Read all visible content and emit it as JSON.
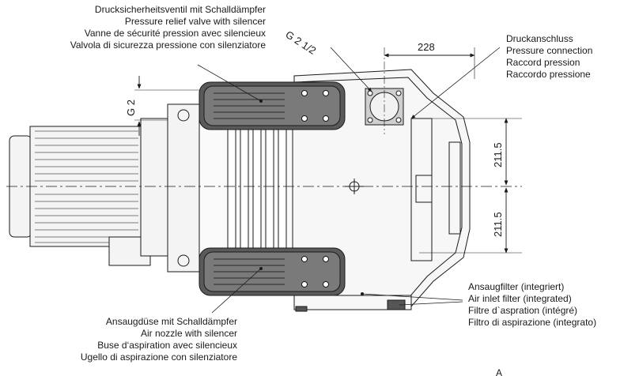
{
  "labels": {
    "relief_valve": [
      "Drucksicherheitsventil mit Schalldämpfer",
      "Pressure relief valve with silencer",
      "Vanne de sécurité pression avec silencieux",
      "Valvola di sicurezza pressione con silenziatore"
    ],
    "pressure_connection": [
      "Druckanschluss",
      "Pressure connection",
      "Raccord pression",
      "Raccordo pressione"
    ],
    "inlet_filter": [
      "Ansaugfilter (integriert)",
      "Air inlet filter (integrated)",
      "Filtre d`aspration (intégré)",
      "Filtro di aspirazione (integrato)"
    ],
    "air_nozzle": [
      "Ansaugdüse mit Schalldämpfer",
      "Air nozzle with silencer",
      "Buse d‘aspiration avec silencieux",
      "Ugello di aspirazione con silenziatore"
    ]
  },
  "dimensions": {
    "thread_top": "G 2 1/2",
    "thread_left": "G 2",
    "width_top": "228",
    "half_height_upper": "211.5",
    "half_height_lower": "211.5"
  },
  "corner_mark": "A"
}
